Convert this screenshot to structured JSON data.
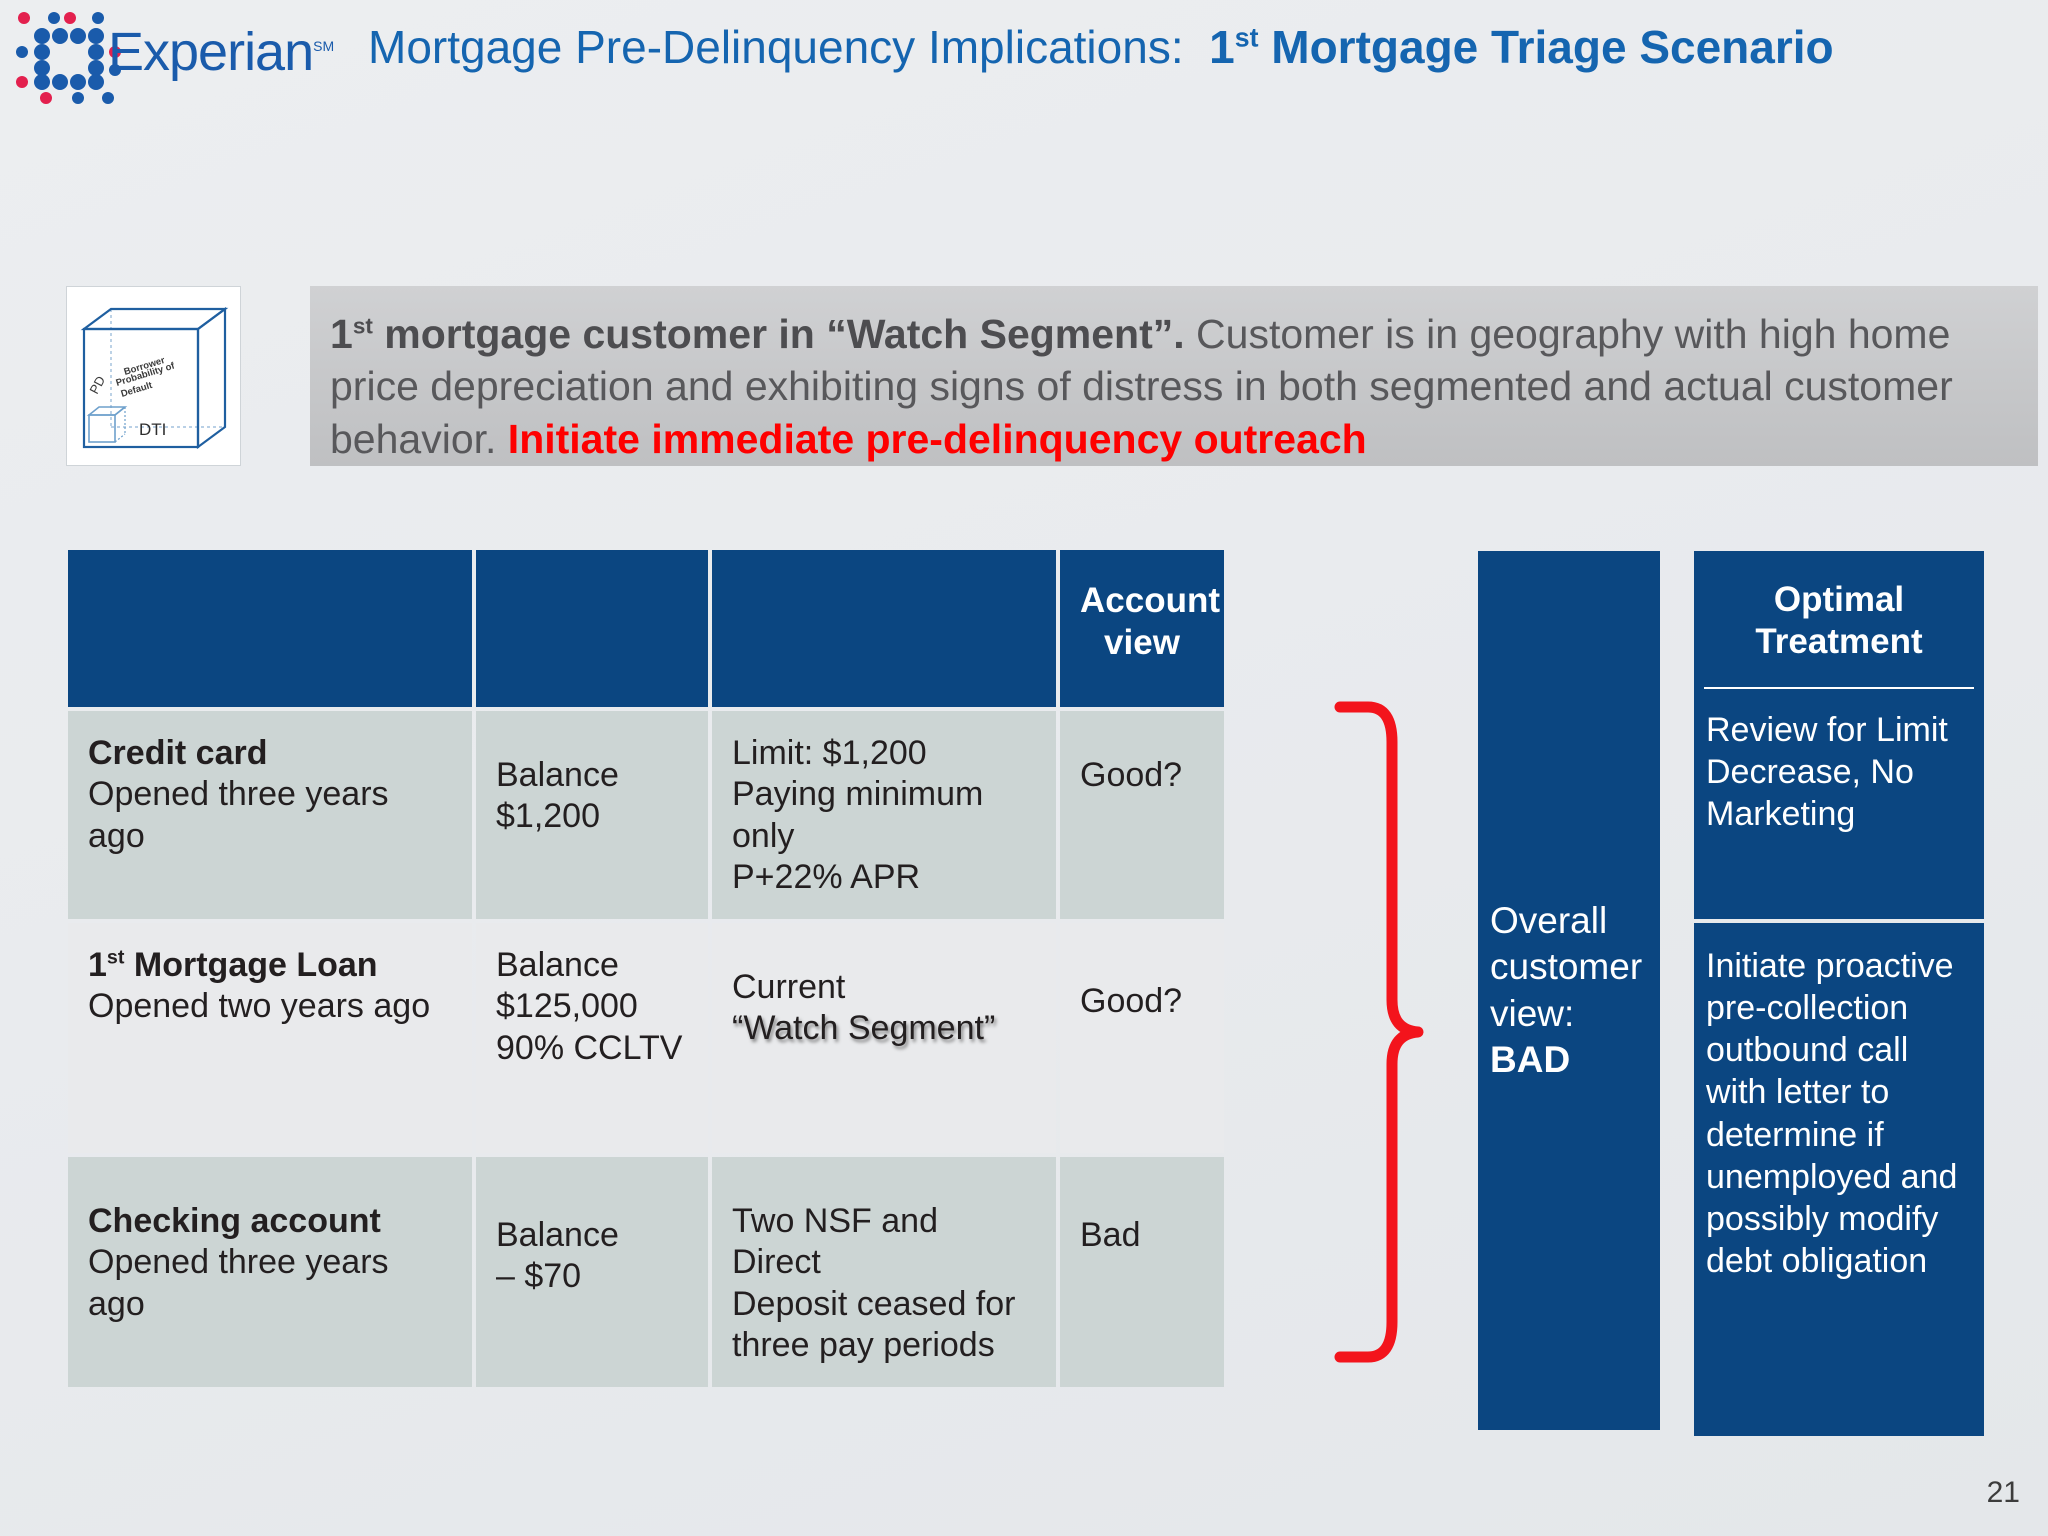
{
  "header": {
    "logo_word": "Experian",
    "logo_sm": "SM",
    "title_plain": "Mortgage Pre-Delinquency Implications:",
    "title_bold_pre": "1",
    "title_bold_sup": "st",
    "title_bold_rest": " Mortgage Triage Scenario",
    "brand_blue": "#1565b0",
    "logo_blue": "#1a5bab",
    "logo_red": "#e3204e"
  },
  "callout": {
    "bold_lead_pre": "1",
    "bold_lead_sup": "st",
    "bold_lead_rest": " mortgage customer in “Watch Segment”.",
    "body": "  Customer is in geography with high home price depreciation and exhibiting signs of distress in both segmented and actual customer behavior. ",
    "red_call": "Initiate immediate pre-delinquency outreach",
    "background": "#c6c7c9",
    "red": "#fe0000"
  },
  "cube": {
    "axis_vertical": "PD",
    "axis_face": "Borrower Probability of Default",
    "axis_bottom": "DTI",
    "stroke": "#1f5fa0"
  },
  "table": {
    "header_blue": "#0b4681",
    "row_a_bg": "#ccd5d4",
    "row_b_bg": "#e9eaec",
    "columns": [
      {
        "key": "account",
        "label": ""
      },
      {
        "key": "balance",
        "label": ""
      },
      {
        "key": "detail",
        "label": ""
      },
      {
        "key": "account_view",
        "label": "Account view"
      }
    ],
    "rows": [
      {
        "account_name": "Credit card",
        "account_name_sup": "",
        "account_sub": "Opened three years ago",
        "balance_lines": [
          "Balance",
          "$1,200"
        ],
        "detail_lines": [
          "Limit: $1,200",
          "Paying minimum only",
          "P+22% APR"
        ],
        "account_view": "Good?",
        "shade": "a"
      },
      {
        "account_name_pre": "1",
        "account_name_sup": "st",
        "account_name_rest": " Mortgage Loan",
        "account_sub": "Opened two years ago",
        "balance_lines": [
          "Balance",
          "$125,000",
          "90% CCLTV"
        ],
        "detail_line_1": "Current",
        "detail_line_2": "“Watch Segment”",
        "account_view": "Good?",
        "shade": "b"
      },
      {
        "account_name": "Checking account",
        "account_sub": "Opened three years ago",
        "balance_lines": [
          "Balance",
          "– $70"
        ],
        "detail_lines": [
          "Two NSF and Direct",
          "Deposit ceased for",
          "three pay periods"
        ],
        "account_view": "Bad",
        "shade": "a"
      }
    ]
  },
  "overall": {
    "line1": "Overall",
    "line2": "customer",
    "line3": "view:",
    "verdict": "BAD",
    "background": "#0b4681"
  },
  "treatment": {
    "header_line1": "Optimal",
    "header_line2": "Treatment",
    "block1": "Review  for Limit Decrease, No Marketing",
    "block2": "Initiate proactive pre-collection outbound call with letter to determine if unemployed and possibly modify debt obligation",
    "background": "#0b4681"
  },
  "brace": {
    "color": "#f3141c",
    "semantic": "red-curly-brace-grouping-account-views"
  },
  "footer": {
    "page_number": "21"
  }
}
